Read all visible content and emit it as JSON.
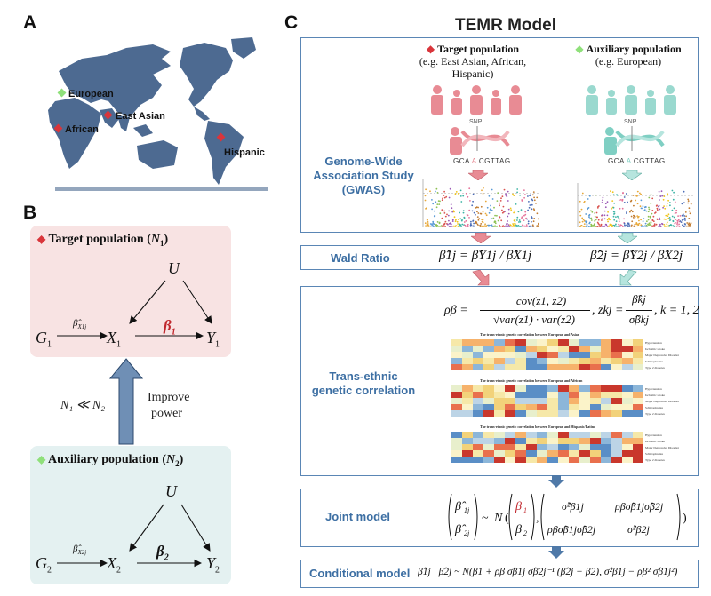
{
  "panels": {
    "a": "A",
    "b": "B",
    "c": "C"
  },
  "map": {
    "labels": {
      "european": "European",
      "east_asian": "East Asian",
      "african": "African",
      "hispanic": "Hispanic"
    },
    "colors": {
      "ocean": "#ffffff",
      "land": "#4d6a91",
      "target_marker": "#d9353b",
      "aux_marker": "#8fe07a"
    }
  },
  "panel_b": {
    "target_title": "Target population",
    "target_n": "N",
    "target_n_sub": "1",
    "aux_title": "Auxiliary population",
    "aux_n": "N",
    "aux_n_sub": "2",
    "U1": "U",
    "G1": "G",
    "G1_sub": "1",
    "X1": "X",
    "X1_sub": "1",
    "Y1": "Y",
    "Y1_sub": "1",
    "beta1": "β",
    "beta1_sub": "1",
    "betaX1": "β̂",
    "betaX1_sub": "X1j",
    "U2": "U",
    "G2": "G",
    "G2_sub": "2",
    "X2": "X",
    "X2_sub": "2",
    "Y2": "Y",
    "Y2_sub": "2",
    "beta2": "β",
    "beta2_sub": "2",
    "betaX2": "β̂",
    "betaX2_sub": "X2j",
    "n_relation": "N₁ ≪ N₂",
    "improve": "Improve",
    "power": "power",
    "colors": {
      "target_bg": "#f8e3e3",
      "aux_bg": "#e4f1f1",
      "arrow": "#6f8fb5",
      "beta1": "#c0272d"
    }
  },
  "panel_c": {
    "title": "TEMR Model",
    "target_population": "Target population",
    "target_eg": "(e.g. East Asian, African,",
    "target_eg2": "Hispanic)",
    "aux_population": "Auxiliary population",
    "aux_eg": "(e.g. European)",
    "snp": "SNP",
    "dna_seq": "GCA",
    "dna_seq2": "CGTTAG",
    "dna_allele": "A",
    "gwas_line1": "Genome-Wide",
    "gwas_line2": "Association Study",
    "gwas_line3": "(GWAS)",
    "wald_label": "Wald Ratio",
    "wald_eq1": "β̂1j = β̂Y1j / β̂X1j",
    "wald_eq2": "β̂2j = β̂Y2j / β̂X2j",
    "corr_label1": "Trans-ethnic",
    "corr_label2": "genetic correlation",
    "corr_rho": "ρβ =",
    "corr_num": "cov(z1, z2)",
    "corr_den": "√var(z1) · var(z2)",
    "corr_z": ", zkj =",
    "corr_znum": "β̂kj",
    "corr_zden": "σ̂βkj",
    "corr_k": ", k = 1, 2",
    "heatmap_titles": [
      "The trans-ethnic genetic correlation between European and Asian",
      "The trans-ethnic genetic correlation between European and African",
      "The trans-ethnic genetic correlation between European and Hispanic/Latino"
    ],
    "heatmap_rows": [
      "Hypertension",
      "Ischemic stroke",
      "Major Depressive Disorder",
      "Schizophrenia",
      "Type 2 diabetes"
    ],
    "joint_label": "Joint model",
    "conditional_label": "Conditional model",
    "conditional_eq": "β̂1j | β̂2j ~ N(β1 + ρβ σ̂β1j σ̂β2j⁻¹ (β̂2j − β2), σ̂²β1j − ρβ² σ̂β1j²)",
    "colors": {
      "box_border": "#5a86b5",
      "label": "#3d6fa3",
      "target": "#e88b94",
      "aux": "#7fcfc3",
      "arrow": "#4f79a8"
    }
  }
}
